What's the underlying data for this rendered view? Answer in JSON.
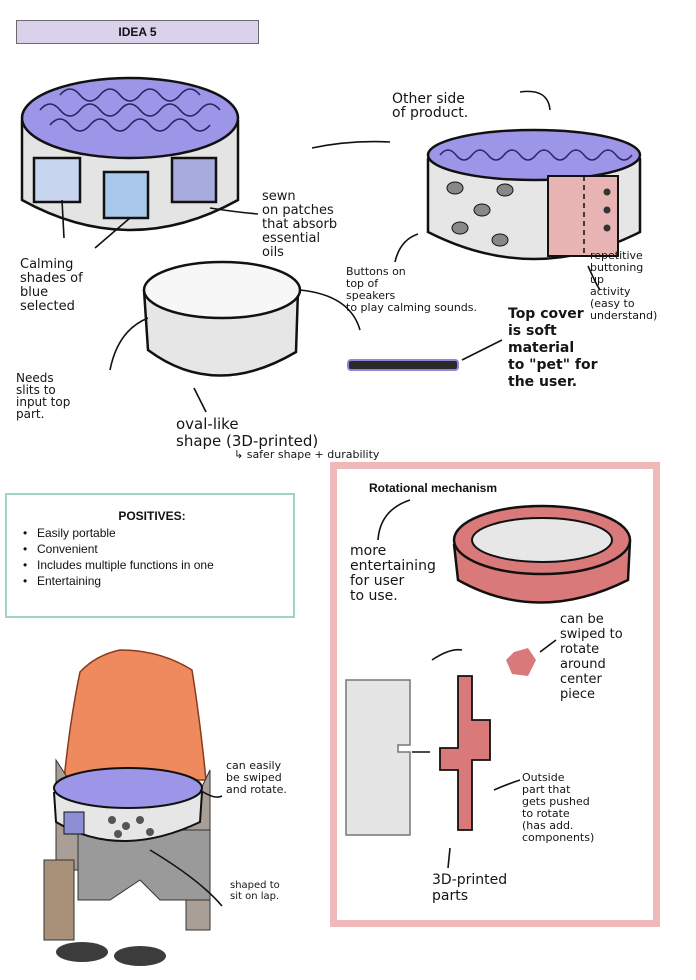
{
  "header": {
    "title": "IDEA 5"
  },
  "positives": {
    "heading": "POSITIVES:",
    "items": [
      "Easily portable",
      "Convenient",
      "Includes multiple functions in one",
      "Entertaining"
    ]
  },
  "rotational": {
    "title": "Rotational mechanism"
  },
  "notes": {
    "calming": "Calming\nshades of\nblue\nselected",
    "sewn": "sewn\non patches\nthat absorb\nessential\noils",
    "other_side": "Other side\nof product.",
    "buttons": "Buttons on\ntop of\nspeakers\nto play calming sounds.",
    "repetitive": "repetitive\nbuttoning\nup\nactivity\n(easy to\nunderstand)",
    "top_cover": "Top cover\nis soft\nmaterial\nto \"pet\" for\nthe user.",
    "needs_slits": "Needs\nslits to\ninput top\npart.",
    "oval": "oval-like\nshape (3D-printed)",
    "safer": "↳ safer shape + durability",
    "more_entertaining": "more\nentertaining\nfor user\nto use.",
    "swiped": "can be\nswiped to\nrotate\naround\ncenter\npiece",
    "outside_part": "Outside\npart that\ngets pushed\nto rotate\n(has add.\ncomponents)",
    "printed_parts": "3D-printed\nparts",
    "swiped_rotate": "can easily\nbe swiped\nand rotate.",
    "lap": "shaped to\nsit on lap."
  },
  "colors": {
    "title_bg": "#d9d2ea",
    "positives_border": "#9fd3c2",
    "frame_border": "#efb9b9",
    "fur_purple": "#9d95e8",
    "pink": "#d9797a",
    "patch_blue": "#a9c8ec",
    "shirt_orange": "#ee8a5e"
  }
}
